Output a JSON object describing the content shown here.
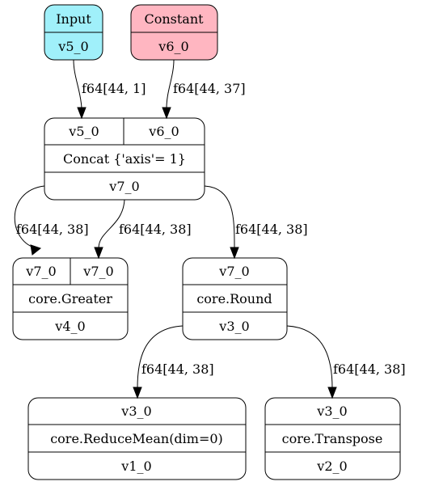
{
  "colors": {
    "input_fill": "#a0f0fa",
    "constant_fill": "#ffb6c1",
    "node_fill": "#ffffff",
    "stroke": "#000000"
  },
  "nodes": {
    "input": {
      "title": "Input",
      "output": "v5_0"
    },
    "constant": {
      "title": "Constant",
      "output": "v6_0"
    },
    "concat": {
      "inputs": [
        "v5_0",
        "v6_0"
      ],
      "op": "Concat {'axis'= 1}",
      "output": "v7_0"
    },
    "greater": {
      "inputs": [
        "v7_0",
        "v7_0"
      ],
      "op": "core.Greater",
      "output": "v4_0"
    },
    "round": {
      "inputs": [
        "v7_0"
      ],
      "op": "core.Round",
      "output": "v3_0"
    },
    "reducemean": {
      "inputs": [
        "v3_0"
      ],
      "op": "core.ReduceMean(dim=0)",
      "output": "v1_0"
    },
    "transpose": {
      "inputs": [
        "v3_0"
      ],
      "op": "core.Transpose",
      "output": "v2_0"
    }
  },
  "edges": {
    "input_to_concat": "f64[44, 1]",
    "constant_to_concat": "f64[44, 37]",
    "concat_to_greater_a": "f64[44, 38]",
    "concat_to_greater_b": "f64[44, 38]",
    "concat_to_round": "f64[44, 38]",
    "round_to_reducemean": "f64[44, 38]",
    "round_to_transpose": "f64[44, 38]"
  }
}
